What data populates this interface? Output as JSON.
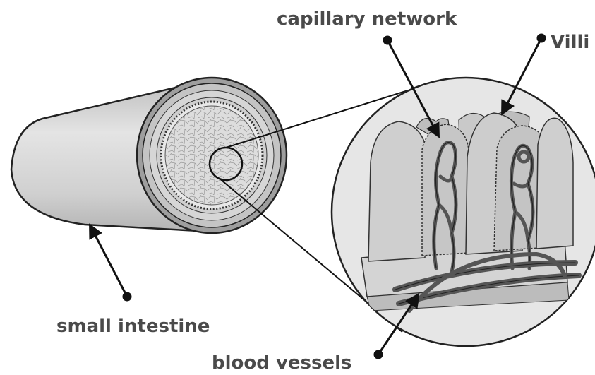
{
  "labels": {
    "capillary_network": "capillary network",
    "villi": "Villi",
    "small_intestine": "small intestine",
    "blood_vessels": "blood vessels"
  },
  "colors": {
    "tube_body": "#cfcfcf",
    "tube_light": "#e6e6e6",
    "tissue": "#bdbdbd",
    "inner_texture": "#dcdcdc",
    "villi_fill": "#c8c8c8",
    "villi_back": "#bcbcbc",
    "capillary": "#555555",
    "base_block": "#d4d4d4",
    "stroke": "#222222",
    "label_text": "#4a4a4a"
  },
  "icons": [
    "small-intestine-tube",
    "cross-section",
    "magnified-villi",
    "pointer-arrow"
  ]
}
